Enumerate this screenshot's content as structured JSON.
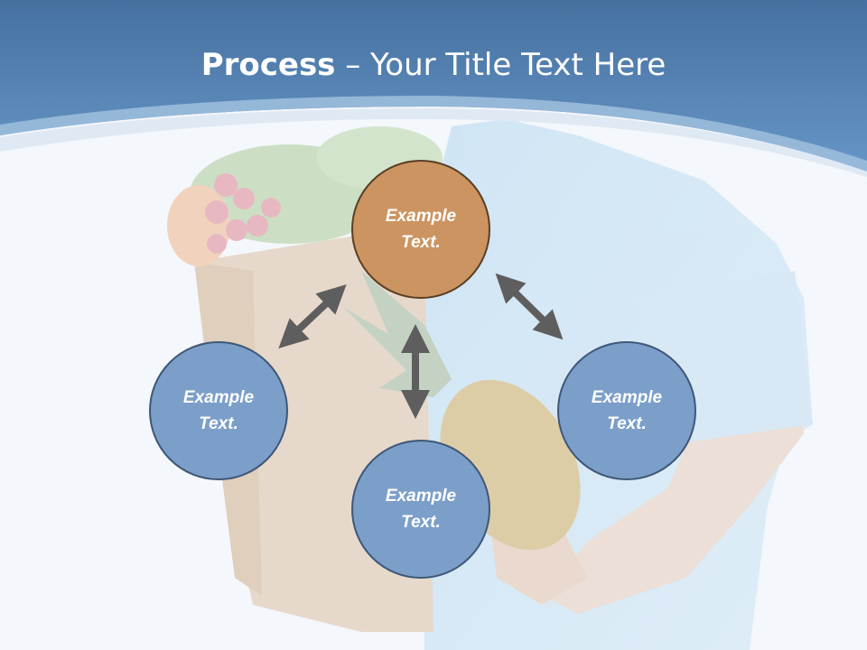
{
  "title": {
    "bold": "Process",
    "rest": " – Your Title Text Here"
  },
  "nodes": {
    "top": {
      "text": "Example\nText.",
      "color": "#cc9461"
    },
    "left": {
      "text": "Example\nText.",
      "color": "#7b9fc9"
    },
    "bottom": {
      "text": "Example\nText.",
      "color": "#7b9fc9"
    },
    "right": {
      "text": "Example\nText.",
      "color": "#7b9fc9"
    }
  },
  "colors": {
    "header": "#4a79ac",
    "arrow": "#5e5e5e",
    "background": "#f4f7fb"
  },
  "background_image": "man-in-light-blue-t-shirt-holding-grocery-bag-with-pineapple-and-vegetables"
}
